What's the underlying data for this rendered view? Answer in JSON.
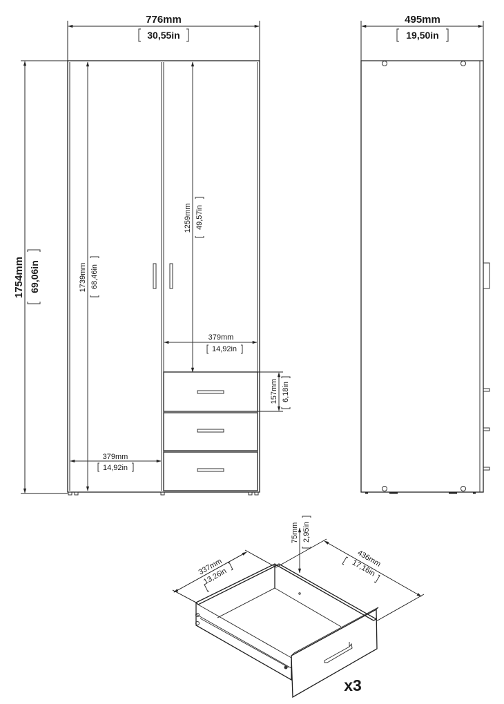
{
  "front_view": {
    "width_mm": "776mm",
    "width_in": "30,55in",
    "height_mm": "1754mm",
    "height_in": "69,06in",
    "inner_height_mm": "1739mm",
    "inner_height_in": "68,46in",
    "upper_compartment_mm": "1259mm",
    "upper_compartment_in": "49,57in",
    "right_inner_width_mm": "379mm",
    "right_inner_width_in": "14,92in",
    "left_inner_width_mm": "379mm",
    "left_inner_width_in": "14,92in",
    "drawer_height_mm": "157mm",
    "drawer_height_in": "6,18in"
  },
  "side_view": {
    "depth_mm": "495mm",
    "depth_in": "19,50in"
  },
  "drawer_detail": {
    "width_mm": "337mm",
    "width_in": "13,26in",
    "height_mm": "75mm",
    "height_in": "2,95in",
    "depth_mm": "436mm",
    "depth_in": "17,16in",
    "quantity": "x3"
  },
  "colors": {
    "line": "#222222",
    "background": "#ffffff"
  }
}
